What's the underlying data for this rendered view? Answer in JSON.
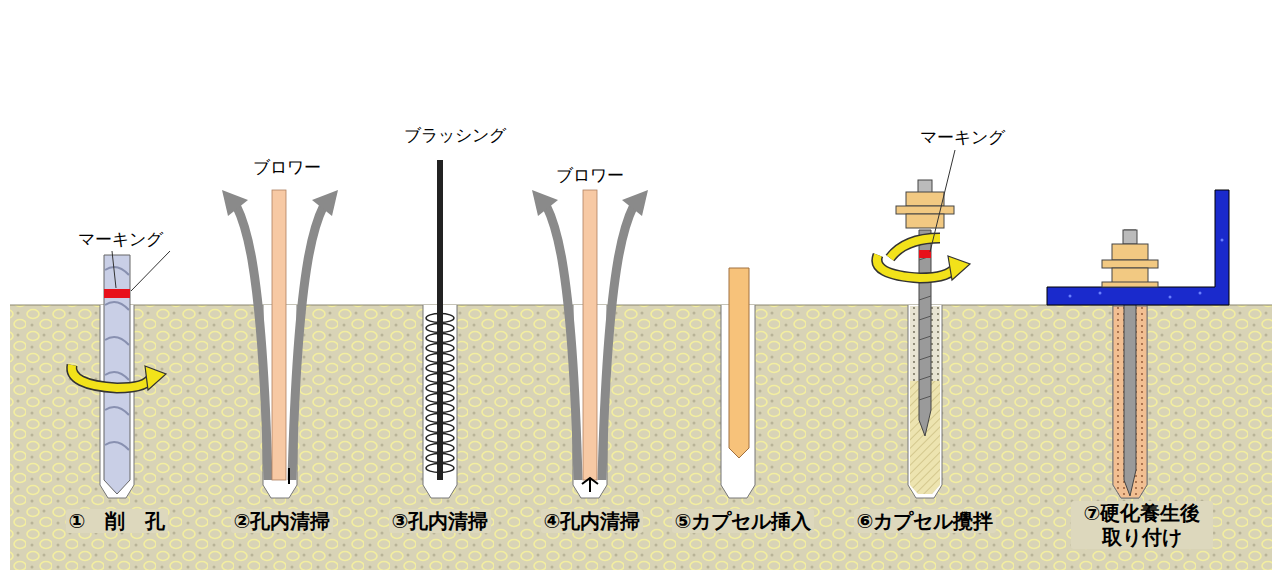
{
  "diagram": {
    "labels": [
      "マーキング",
      "ブロワー",
      "ブラッシング",
      "ブロワー",
      "マーキング",
      "①　削　孔",
      "②孔内清掃",
      "③孔内清掃",
      "④孔内清掃",
      "⑤カプセル挿入",
      "⑥カプセル攪拌",
      "⑦硬化養生後 取り付け"
    ]
  }
}
